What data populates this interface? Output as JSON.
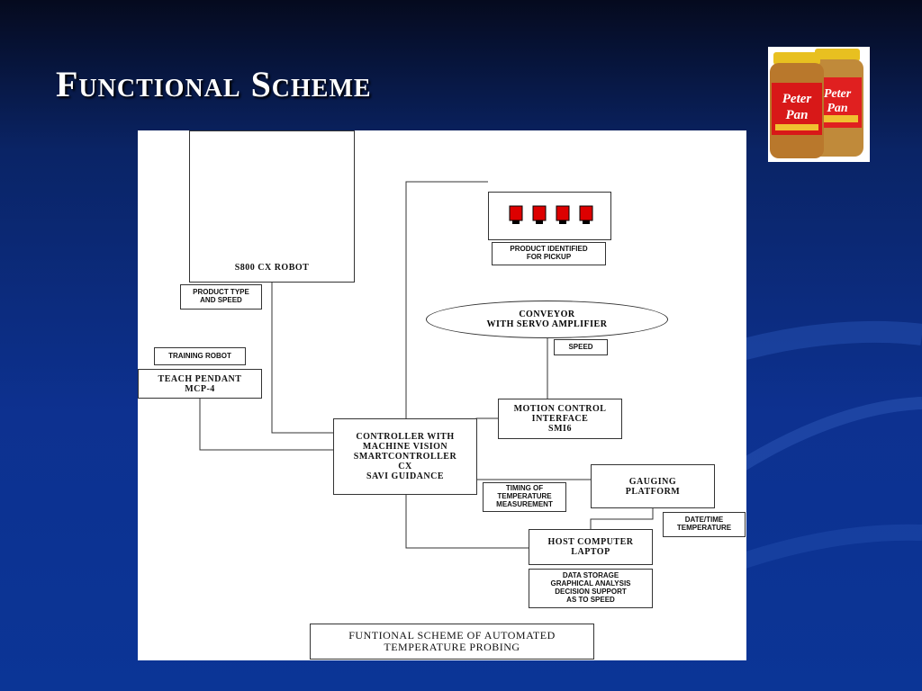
{
  "slide": {
    "title": "Functional Scheme",
    "image_label": "product-jars-photo"
  },
  "diagram": {
    "robot_label": "S800 CX ROBOT",
    "product_type": "PRODUCT TYPE\nAND SPEED",
    "training_robot": "TRAINING ROBOT",
    "teach_pendant": "TEACH PENDANT\nMCP-4",
    "controller": "CONTROLLER WITH\nMACHINE VISION\nSMARTCONTROLLER\nCX\nSAVI GUIDANCE",
    "product_identified": "PRODUCT IDENTIFIED\nFOR PICKUP",
    "conveyor": "CONVEYOR\nWITH SERVO AMPLIFIER",
    "speed": "SPEED",
    "motion_control": "MOTION CONTROL\nINTERFACE\nSMI6",
    "gauging": "GAUGING\nPLATFORM",
    "timing": "TIMING OF\nTEMPERATURE\nMEASUREMENT",
    "date_time": "DATE/TIME\nTEMPERATURE",
    "host_computer": "HOST COMPUTER\nLAPTOP",
    "data_storage": "DATA STORAGE\nGRAPHICAL ANALYSIS\nDECISION SUPPORT\nAS TO SPEED",
    "caption": "FUNTIONAL SCHEME OF AUTOMATED\nTEMPERATURE PROBING"
  },
  "colors": {
    "robot_yellow": "#ffff00",
    "product_red": "#dd0000"
  }
}
